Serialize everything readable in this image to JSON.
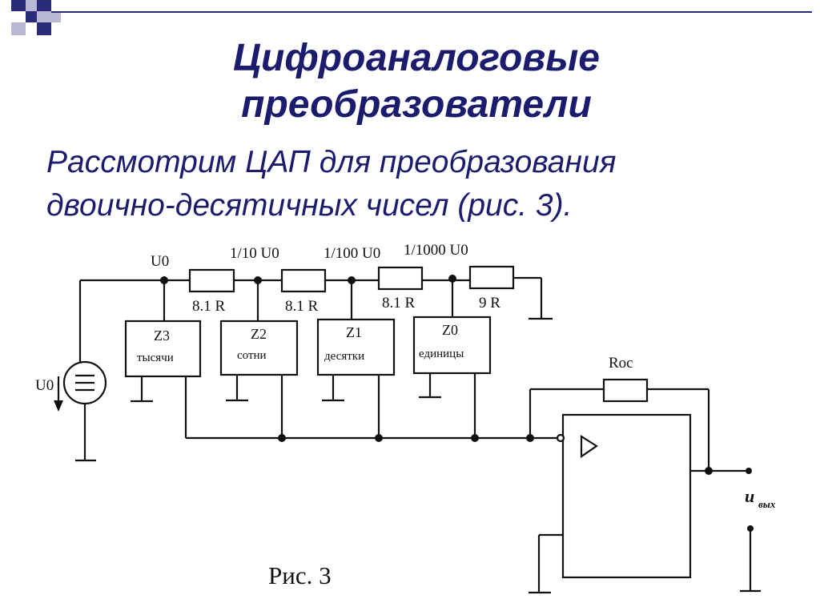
{
  "slide": {
    "title_line1": "Цифроаналоговые",
    "title_line2": "преобразователи",
    "subtitle_line1": "Рассмотрим ЦАП для преобразования",
    "subtitle_line2": "двоично-десятичных чисел (рис. 3)."
  },
  "colors": {
    "title": "#1c1c6e",
    "accent_dark": "#2a2a7a",
    "accent_light": "#b9b9d6"
  },
  "circuit": {
    "source_label": "U0",
    "node_label_0": "U0",
    "node_label_1": "1/10 U0",
    "node_label_2": "1/100 U0",
    "node_label_3": "1/1000 U0",
    "resistors": [
      "8.1 R",
      "8.1 R",
      "8.1 R",
      "9 R"
    ],
    "blocks": [
      {
        "name": "Z3",
        "label": "тысячи"
      },
      {
        "name": "Z2",
        "label": "сотни"
      },
      {
        "name": "Z1",
        "label": "десятки"
      },
      {
        "name": "Z0",
        "label": "единицы"
      }
    ],
    "feedback_label": "Roc",
    "output_label": "u",
    "output_sub": "вых",
    "caption": "Рис. 3"
  }
}
